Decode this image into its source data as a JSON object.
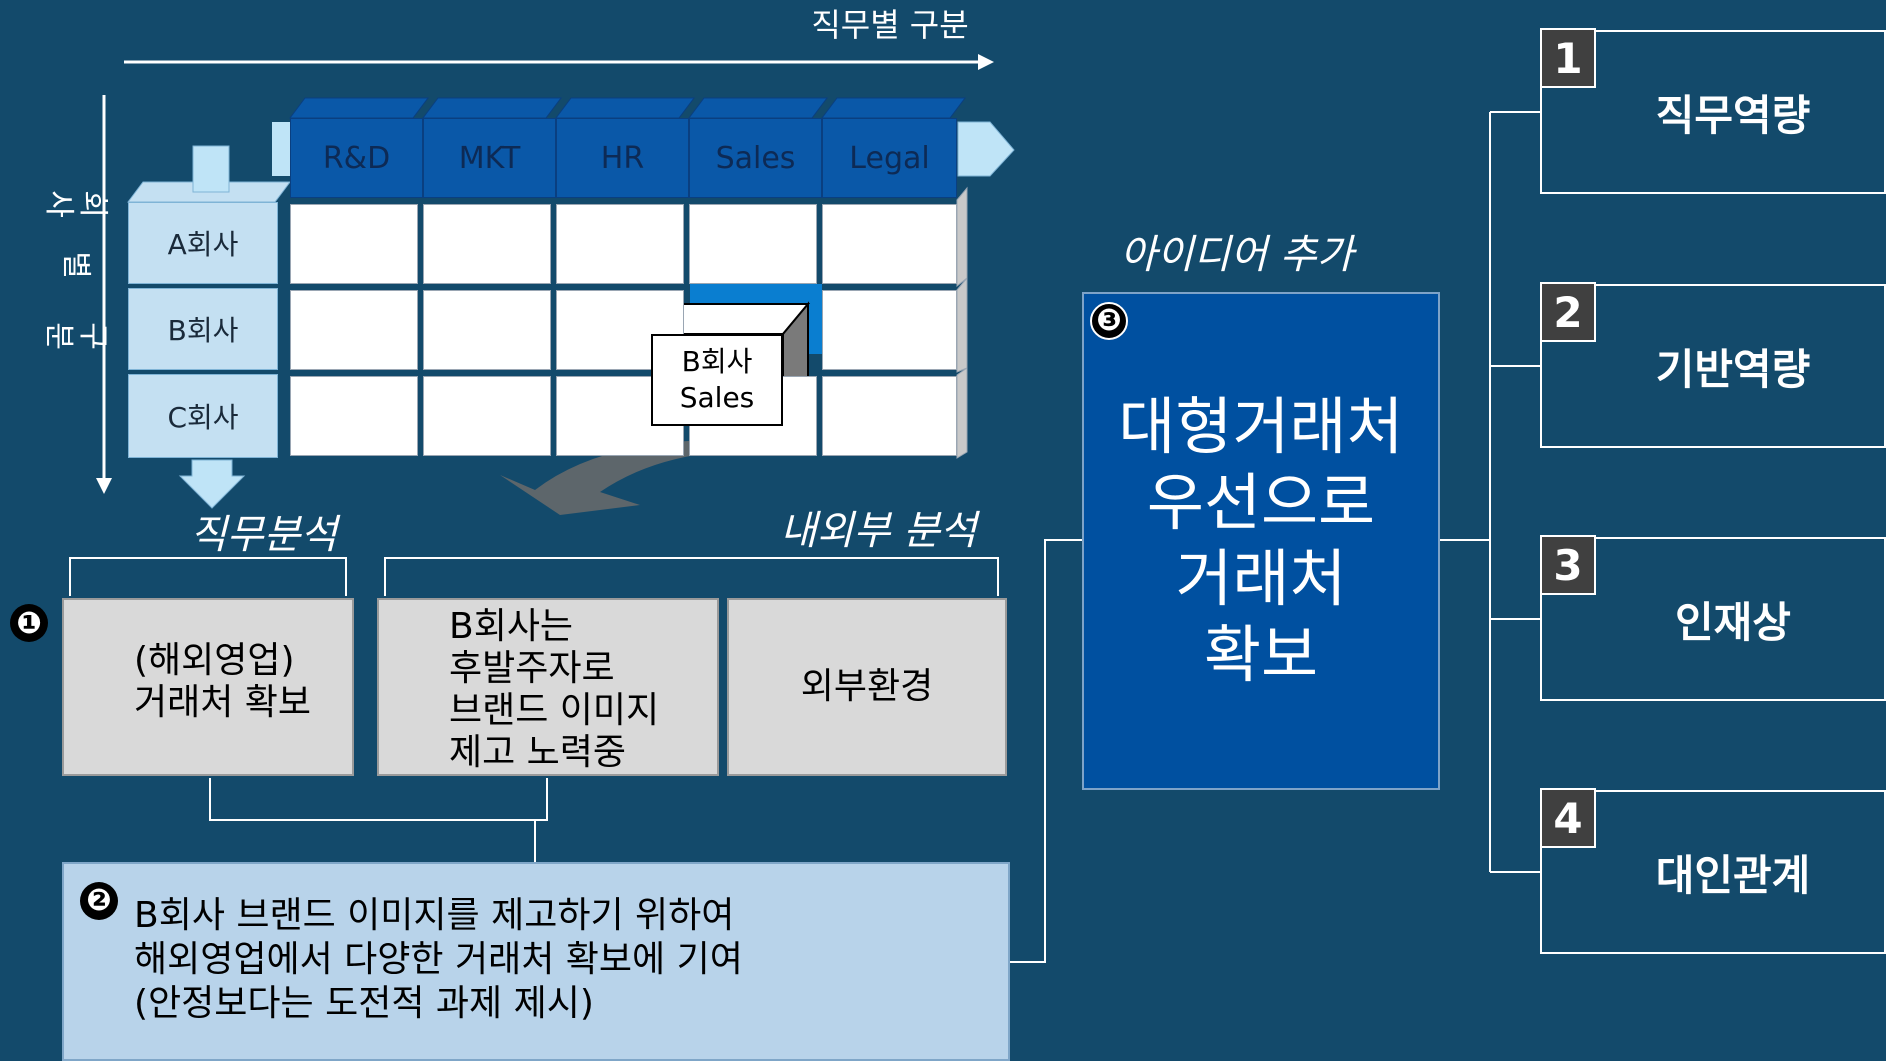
{
  "axis": {
    "top_label": "직무별 구분",
    "left_label_part1": "회사",
    "left_label_part2": "별",
    "left_label_part3": "구분"
  },
  "job_headers": [
    "R&D",
    "MKT",
    "HR",
    "Sales",
    "Legal"
  ],
  "companies": [
    "A회사",
    "B회사",
    "C회사"
  ],
  "highlight_cube": {
    "line1": "B회사",
    "line2": "Sales"
  },
  "section_labels": {
    "job_analysis": "직무분석",
    "internal_external": "내외부 분석",
    "idea_add": "아이디어 추가"
  },
  "box1": {
    "number": "❶",
    "line1": "(해외영업)",
    "line2": "거래처 확보"
  },
  "box_internal": {
    "line1": "B회사는",
    "line2": "후발주자로",
    "line3": "브랜드 이미지",
    "line4": "제고 노력중"
  },
  "box_external": {
    "text": "외부환경"
  },
  "box2": {
    "number": "❷",
    "line1": "B회사 브랜드 이미지를 제고하기 위하여",
    "line2": "해외영업에서 다양한 거래처 확보에 기여",
    "line3": "(안정보다는 도전적 과제 제시)"
  },
  "box3": {
    "number": "❸",
    "line1": "대형거래처",
    "line2": "우선으로",
    "line3": "거래처",
    "line4": "확보"
  },
  "competencies": [
    {
      "num": "1",
      "label": "직무역량"
    },
    {
      "num": "2",
      "label": "기반역량"
    },
    {
      "num": "3",
      "label": "인재상"
    },
    {
      "num": "4",
      "label": "대인관계"
    }
  ],
  "colors": {
    "background": "#134a6b",
    "header_blue": "#0a58a8",
    "idea_box": "#0050a0",
    "box2_fill": "#b8d3ea",
    "gray_box": "#d9d9d9"
  }
}
